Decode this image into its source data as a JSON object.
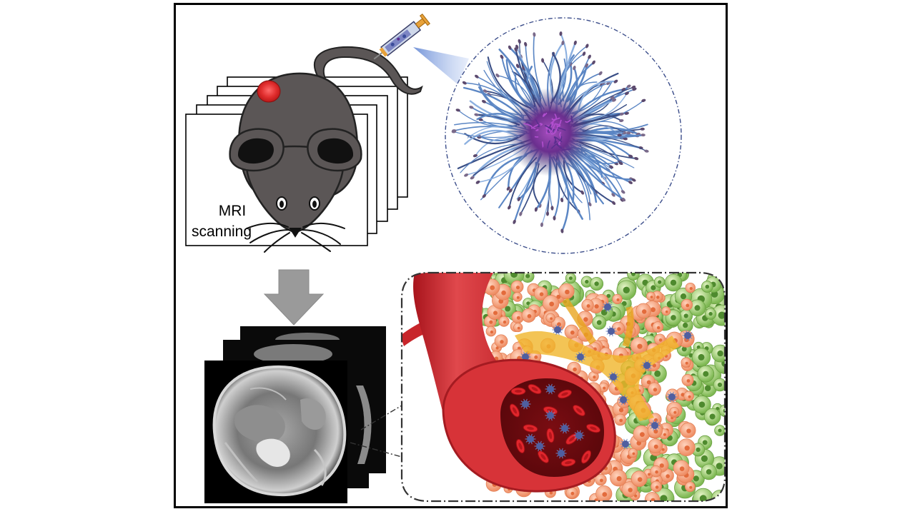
{
  "figure": {
    "label_line1": "MRI",
    "label_line2": "scanning"
  },
  "panels": {
    "mouse": "mouse-mri-scanning",
    "syringe": "syringe-injection",
    "nanoparticle": "polymeric-micelle-nanoparticle",
    "arrow": "down-arrow",
    "mri_stack": "mri-image-stack",
    "tumor_zoom": "tumor-blood-vessel-zoom"
  },
  "colors": {
    "frame": "#000000",
    "mouse_body": "#5b5656",
    "tumor": "#e02d2d",
    "vessel": "#c8262b",
    "tumor_cells": "#f2a07a",
    "normal_cells": "#9acb6b",
    "nanoparticle_shell": "#5b86c4",
    "nanoparticle_core": "#8e3aa6",
    "arrow": "#9a9a9a"
  }
}
